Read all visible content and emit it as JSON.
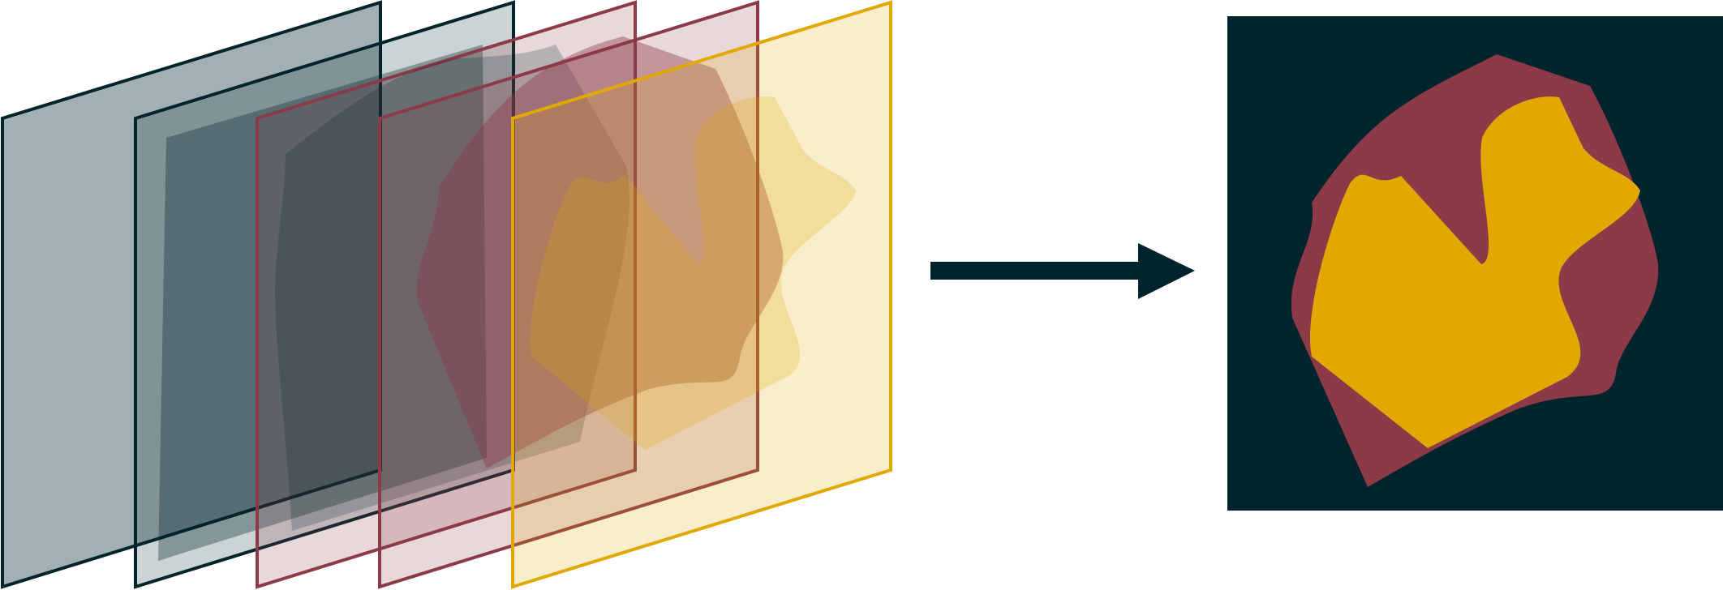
{
  "colors": {
    "background": "#ffffff",
    "dark": "#00242b",
    "maroon": "#8c3a48",
    "gold": "#e1a800",
    "layer_stroke_mixed": "#a8503b"
  },
  "layers": [
    {
      "name": "layer-1",
      "fill": "#00242b",
      "fill_opacity": 0.36,
      "stroke": "#00242b"
    },
    {
      "name": "layer-2",
      "fill": "#00242b",
      "fill_opacity": 0.2,
      "stroke": "#00242b"
    },
    {
      "name": "layer-3",
      "fill": "#8c3a48",
      "fill_opacity": 0.2,
      "stroke": "#8c3a48"
    },
    {
      "name": "layer-4",
      "fill": "#8c3a48",
      "fill_opacity": 0.2,
      "stroke": "#8c3a48"
    },
    {
      "name": "layer-5",
      "fill": "#e1a800",
      "fill_opacity": 0.2,
      "stroke": "#e1a800"
    }
  ],
  "arrow": {
    "direction": "right",
    "color": "#00242b"
  },
  "result": {
    "background": "#00242b",
    "region_outer": "#8c3a48",
    "region_inner": "#e1a800"
  }
}
